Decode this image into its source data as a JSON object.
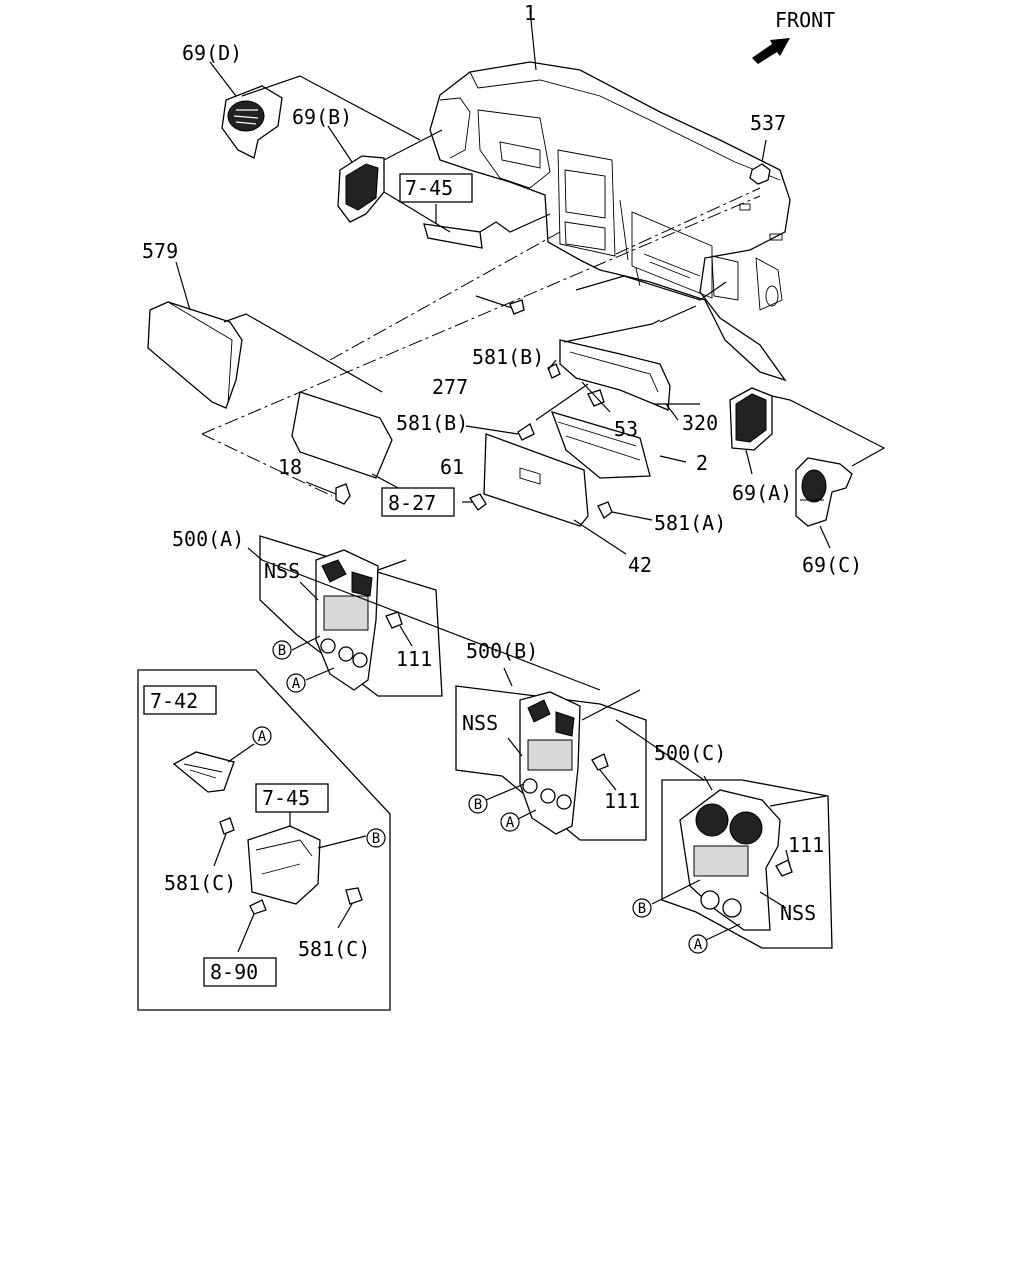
{
  "front_label": "FRONT",
  "callouts": {
    "c1": "1",
    "c69d": "69(D)",
    "c69b": "69(B)",
    "c537": "537",
    "c745a": "7-45",
    "c579": "579",
    "c581b1": "581(B)",
    "c277": "277",
    "c581b2": "581(B)",
    "c53": "53",
    "c320": "320",
    "c18": "18",
    "c827": "8-27",
    "c61": "61",
    "c2": "2",
    "c69a": "69(A)",
    "c581a": "581(A)",
    "c42": "42",
    "c69c": "69(C)",
    "c500a": "500(A)",
    "nss1": "NSS",
    "c111a": "111",
    "c742": "7-42",
    "c500b": "500(B)",
    "nss2": "NSS",
    "c111b": "111",
    "c500c": "500(C)",
    "c111c": "111",
    "nss3": "NSS",
    "c745b": "7-45",
    "c581c1": "581(C)",
    "c581c2": "581(C)",
    "c890": "8-90"
  },
  "circle_labels": {
    "a": "A",
    "b": "B"
  },
  "icons": [
    "front-arrow-icon"
  ]
}
